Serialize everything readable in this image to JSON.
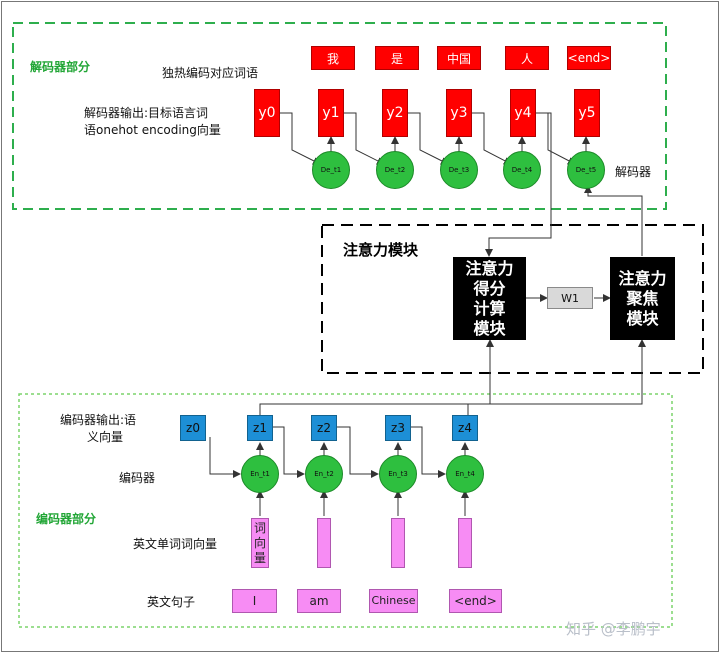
{
  "decoder": {
    "section_label": "解码器部分",
    "onehot_caption": "独热编码对应词语",
    "output_caption_line1": "解码器输出:目标语言词",
    "output_caption_line2": "语onehot encoding向量",
    "words": [
      "我",
      "是",
      "中国",
      "人",
      "<end>"
    ],
    "outputs": [
      "y0",
      "y1",
      "y2",
      "y3",
      "y4",
      "y5"
    ],
    "cells": [
      "De_t1",
      "De_t2",
      "De_t3",
      "De_t4",
      "De_t5"
    ],
    "cell_caption": "解码器"
  },
  "attention": {
    "title": "注意力模块",
    "score_module": "注意力\n得分\n计算\n模块",
    "weight": "W1",
    "focus_module": "注意力\n聚焦\n模块"
  },
  "encoder": {
    "section_label": "编码器部分",
    "output_caption_line1": "编码器输出:语",
    "output_caption_line2": "义向量",
    "outputs": [
      "z0",
      "z1",
      "z2",
      "z3",
      "z4"
    ],
    "cell_caption": "编码器",
    "cells": [
      "En_t1",
      "En_t2",
      "En_t3",
      "En_t4"
    ],
    "word_vector_caption": "英文单词词向量",
    "word_vector_label": "词\n向\n量",
    "sentence_caption": "英文句子",
    "tokens": [
      "I",
      "am",
      "Chinese",
      "<end>"
    ]
  },
  "watermark": "知乎 @李鹏宇",
  "colors": {
    "decoder_border": "#2eae4d",
    "encoder_border": "#7bd36b",
    "attention_border": "#000000",
    "red_box": "#ff0000",
    "blue_box": "#1d8fd6",
    "pink_box": "#f78cf4",
    "green_cell": "#2ebf3f"
  }
}
